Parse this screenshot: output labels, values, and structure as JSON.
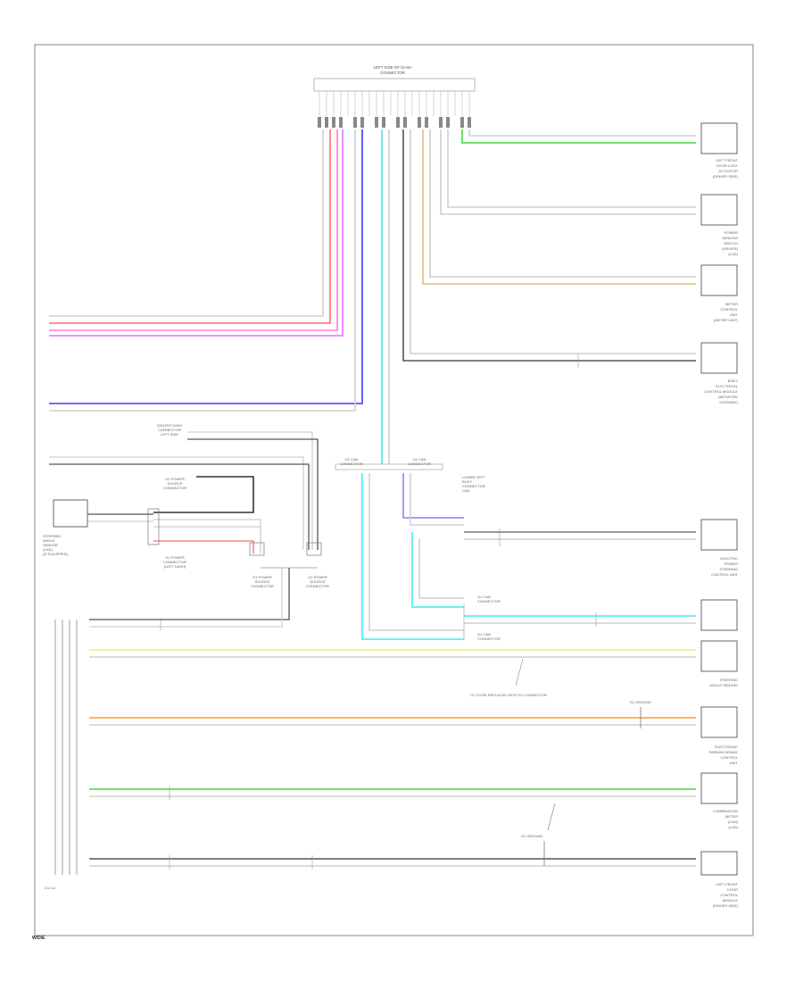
{
  "diagram": {
    "page_mark": "W/D/E",
    "left_edge_label": "G1 0-2",
    "wire_colors": {
      "red": "#ff6b6b",
      "pink": "#ff7ad9",
      "violet": "#e070ff",
      "blue": "#3b3bff",
      "cyan": "#42e8f2",
      "green": "#3ddc3d",
      "yellow": "#f3ee7a",
      "orange": "#ff9933",
      "tan": "#d8c27a",
      "lavender": "#8a7cf0",
      "black": "#333333",
      "gray": "#a8a8a8"
    },
    "top_connector": {
      "label_1": "LEFT SIDE OF DASH",
      "label_2": "CONNECTOR"
    },
    "components": [
      {
        "id": "r1",
        "lines": [
          "LEFT FRONT",
          "DOOR LOCK",
          "ACTUATOR",
          "(DRIVER SIDE)"
        ]
      },
      {
        "id": "r2",
        "lines": [
          "POWER",
          "WINDOW",
          "SWITCH",
          "(DRIVER)",
          "(LHD)"
        ]
      },
      {
        "id": "r3",
        "lines": [
          "METER",
          "CONTROL",
          "UNIT",
          "(METER UNIT)"
        ]
      },
      {
        "id": "r4",
        "lines": [
          "BODY",
          "ELECTRICAL",
          "CONTROL MODULE",
          "(NETWORK",
          "GATEWAY)"
        ]
      },
      {
        "id": "r5",
        "lines": [
          "ELECTRIC",
          "POWER",
          "STEERING",
          "CONTROL UNIT"
        ]
      },
      {
        "id": "r6",
        "lines": [
          "STEERING",
          "ANGLE SENSOR"
        ]
      },
      {
        "id": "r7",
        "lines": [
          "ELECTRONIC",
          "PARKING BRAKE",
          "CONTROL",
          "UNIT"
        ]
      },
      {
        "id": "r8",
        "lines": [
          "COMBINATION",
          "METER",
          "(CAN)",
          "(LHD)"
        ]
      },
      {
        "id": "r9",
        "lines": [
          "LEFT FRONT",
          "DOOR",
          "CONTROL",
          "MODULE",
          "(DRIVER SIDE)"
        ]
      }
    ],
    "mid_labels": {
      "upper_pair": [
        "G1 CAN",
        "CONNECTOR"
      ],
      "upper_pair_2": [
        "G1 CAN",
        "CONNECTOR"
      ],
      "lower_left": [
        "CENTER DASH",
        "CONNECTOR",
        "LEFT SIDE"
      ],
      "lower_left_2": [
        "G1 POWER",
        "SOURCE",
        "CONNECTOR"
      ],
      "lower_left_3": [
        "G1 POWER",
        "CONNECTOR",
        "(LEFT DASH)"
      ],
      "bottom_pair_a": [
        "G1 POWER",
        "SOURCE",
        "CONNECTOR"
      ],
      "bottom_pair_b": [
        "G1 POWER",
        "SOURCE",
        "CONNECTOR"
      ],
      "left_comp": [
        "STEERING",
        "ANGLE",
        "SENSOR",
        "(LHD)",
        "(IF EQUIPPED)"
      ],
      "can_mid": [
        "LOWER LEFT",
        "BODY",
        "CONNECTOR",
        "CAN"
      ],
      "can_low_1": [
        "G1 CAN",
        "CONNECTOR"
      ],
      "can_low_2": [
        "G1 CAN",
        "CONNECTOR"
      ],
      "can_callout": "G1 TO BE REPLACED WITH G1 CONNECTOR",
      "ground_a": "G1 GROUND",
      "ground_b": "G1 GROUND"
    }
  }
}
